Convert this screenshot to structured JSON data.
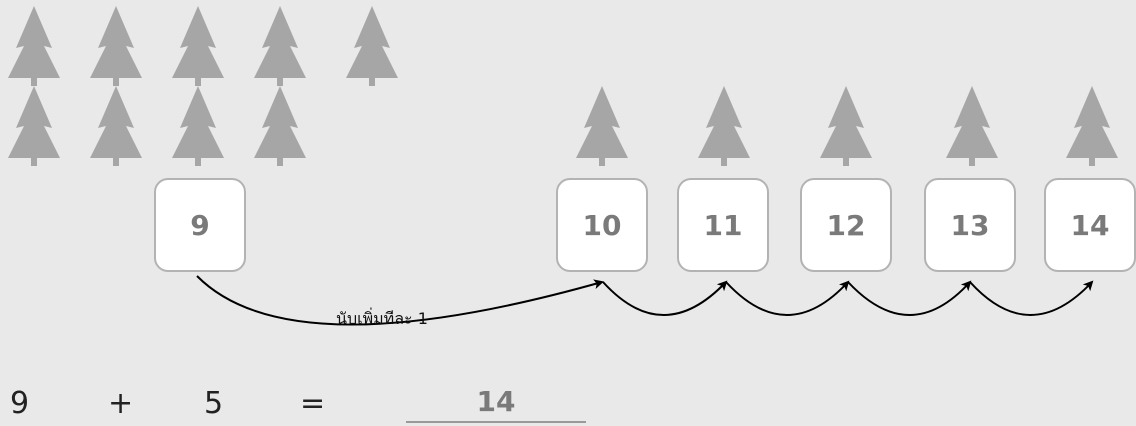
{
  "trees": {
    "icon": "pine-tree-icon",
    "color": "#a6a6a6",
    "group_one_count": 9,
    "group_two_count": 5
  },
  "boxes": [
    "9",
    "10",
    "11",
    "12",
    "13",
    "14"
  ],
  "arc_label": "นับเพิ่มทีละ 1",
  "equation": {
    "left": "9",
    "operator": "+",
    "right": "5",
    "equals": "=",
    "answer": "14"
  }
}
